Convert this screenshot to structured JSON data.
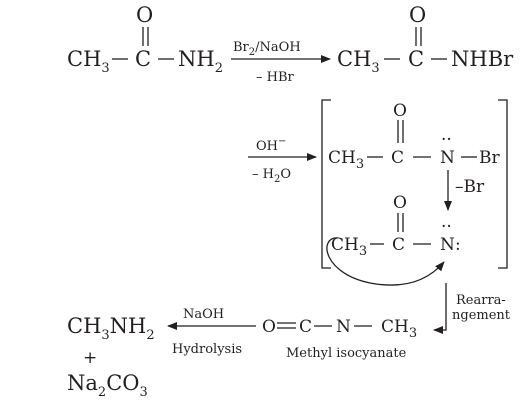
{
  "reaction_1": {
    "reactant": {
      "ch3": "CH",
      "ch3_sub": "3",
      "c": "C",
      "o": "O",
      "nh2": "NH",
      "nh2_sub": "2"
    },
    "reagent_top": {
      "br": "Br",
      "br_sub": "2",
      "rest": "/NaOH"
    },
    "reagent_bottom": "– HBr",
    "product": {
      "ch3": "CH",
      "ch3_sub": "3",
      "c": "C",
      "o": "O",
      "nhbr": "NHBr"
    }
  },
  "reaction_2": {
    "reagent_top": {
      "oh": "OH",
      "oh_sup": "−"
    },
    "reagent_bottom": {
      "h2o": "– H",
      "h2o_sub": "2",
      "h2o_o": "O"
    },
    "intermediate_1": {
      "ch3": "CH",
      "ch3_sub": "3",
      "c": "C",
      "o": "O",
      "n": "N",
      "br": "Br",
      "lone_pair": "··"
    },
    "loss_label": "–Br",
    "intermediate_2": {
      "ch3": "CH",
      "ch3_sub": "3",
      "c": "C",
      "o": "O",
      "n": "N",
      "colon": ":",
      "lone_pair": "··"
    }
  },
  "reaction_3": {
    "label_line1": "Rearra-",
    "label_line2": "ngement",
    "isocyanate": {
      "o": "O",
      "c": "C",
      "n": "N",
      "ch3": "CH",
      "ch3_sub": "3"
    },
    "isocyanate_name": "Methyl isocyanate",
    "reagent_top": "NaOH",
    "reagent_bottom": "Hydrolysis",
    "product": {
      "ch3": "CH",
      "ch3_sub": "3",
      "nh2": "NH",
      "nh2_sub": "2"
    },
    "plus": "+",
    "byproduct": {
      "na": "Na",
      "na_sub": "2",
      "co": "CO",
      "co_sub": "3"
    }
  }
}
